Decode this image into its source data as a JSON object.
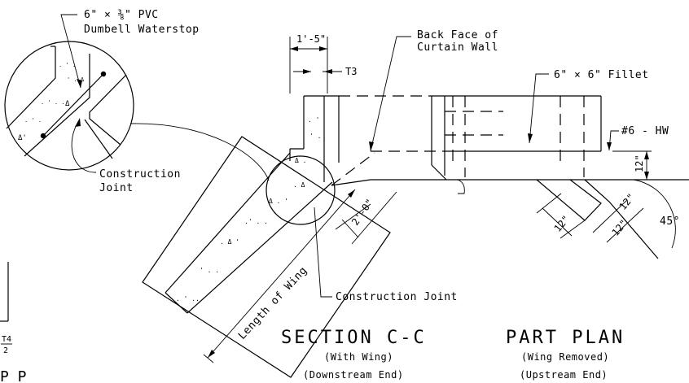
{
  "detail": {
    "waterstop_line1": "6\" × ⅜\" PVC",
    "waterstop_line2": "Dumbell Waterstop",
    "construction_joint_detail_line1": "Construction",
    "construction_joint_detail_line2": "Joint"
  },
  "section": {
    "dim_top": "1'-5\"",
    "t3": "T3",
    "back_face_line1": "Back Face of",
    "back_face_line2": "Curtain Wall",
    "dim_wing": "2'-0\"",
    "length_of_wing": "Length of Wing",
    "construction_joint": "Construction Joint",
    "title": "SECTION C-C",
    "subtitle1": "(With Wing)",
    "subtitle2": "(Downstream End)"
  },
  "plan": {
    "fillet": "6\" × 6\" Fillet",
    "bar": "#6 - HW",
    "dim_12_vertical": "12\"",
    "dim_12_a": "12\"",
    "dim_12_b": "12\"",
    "dim_12_c": "12\"",
    "angle": "45°",
    "title": "PART PLAN",
    "subtitle1": "(Wing Removed)",
    "subtitle2": "(Upstream End)"
  },
  "edge": {
    "fraction_num": "T4",
    "fraction_den": "2",
    "letters": "P  P"
  }
}
